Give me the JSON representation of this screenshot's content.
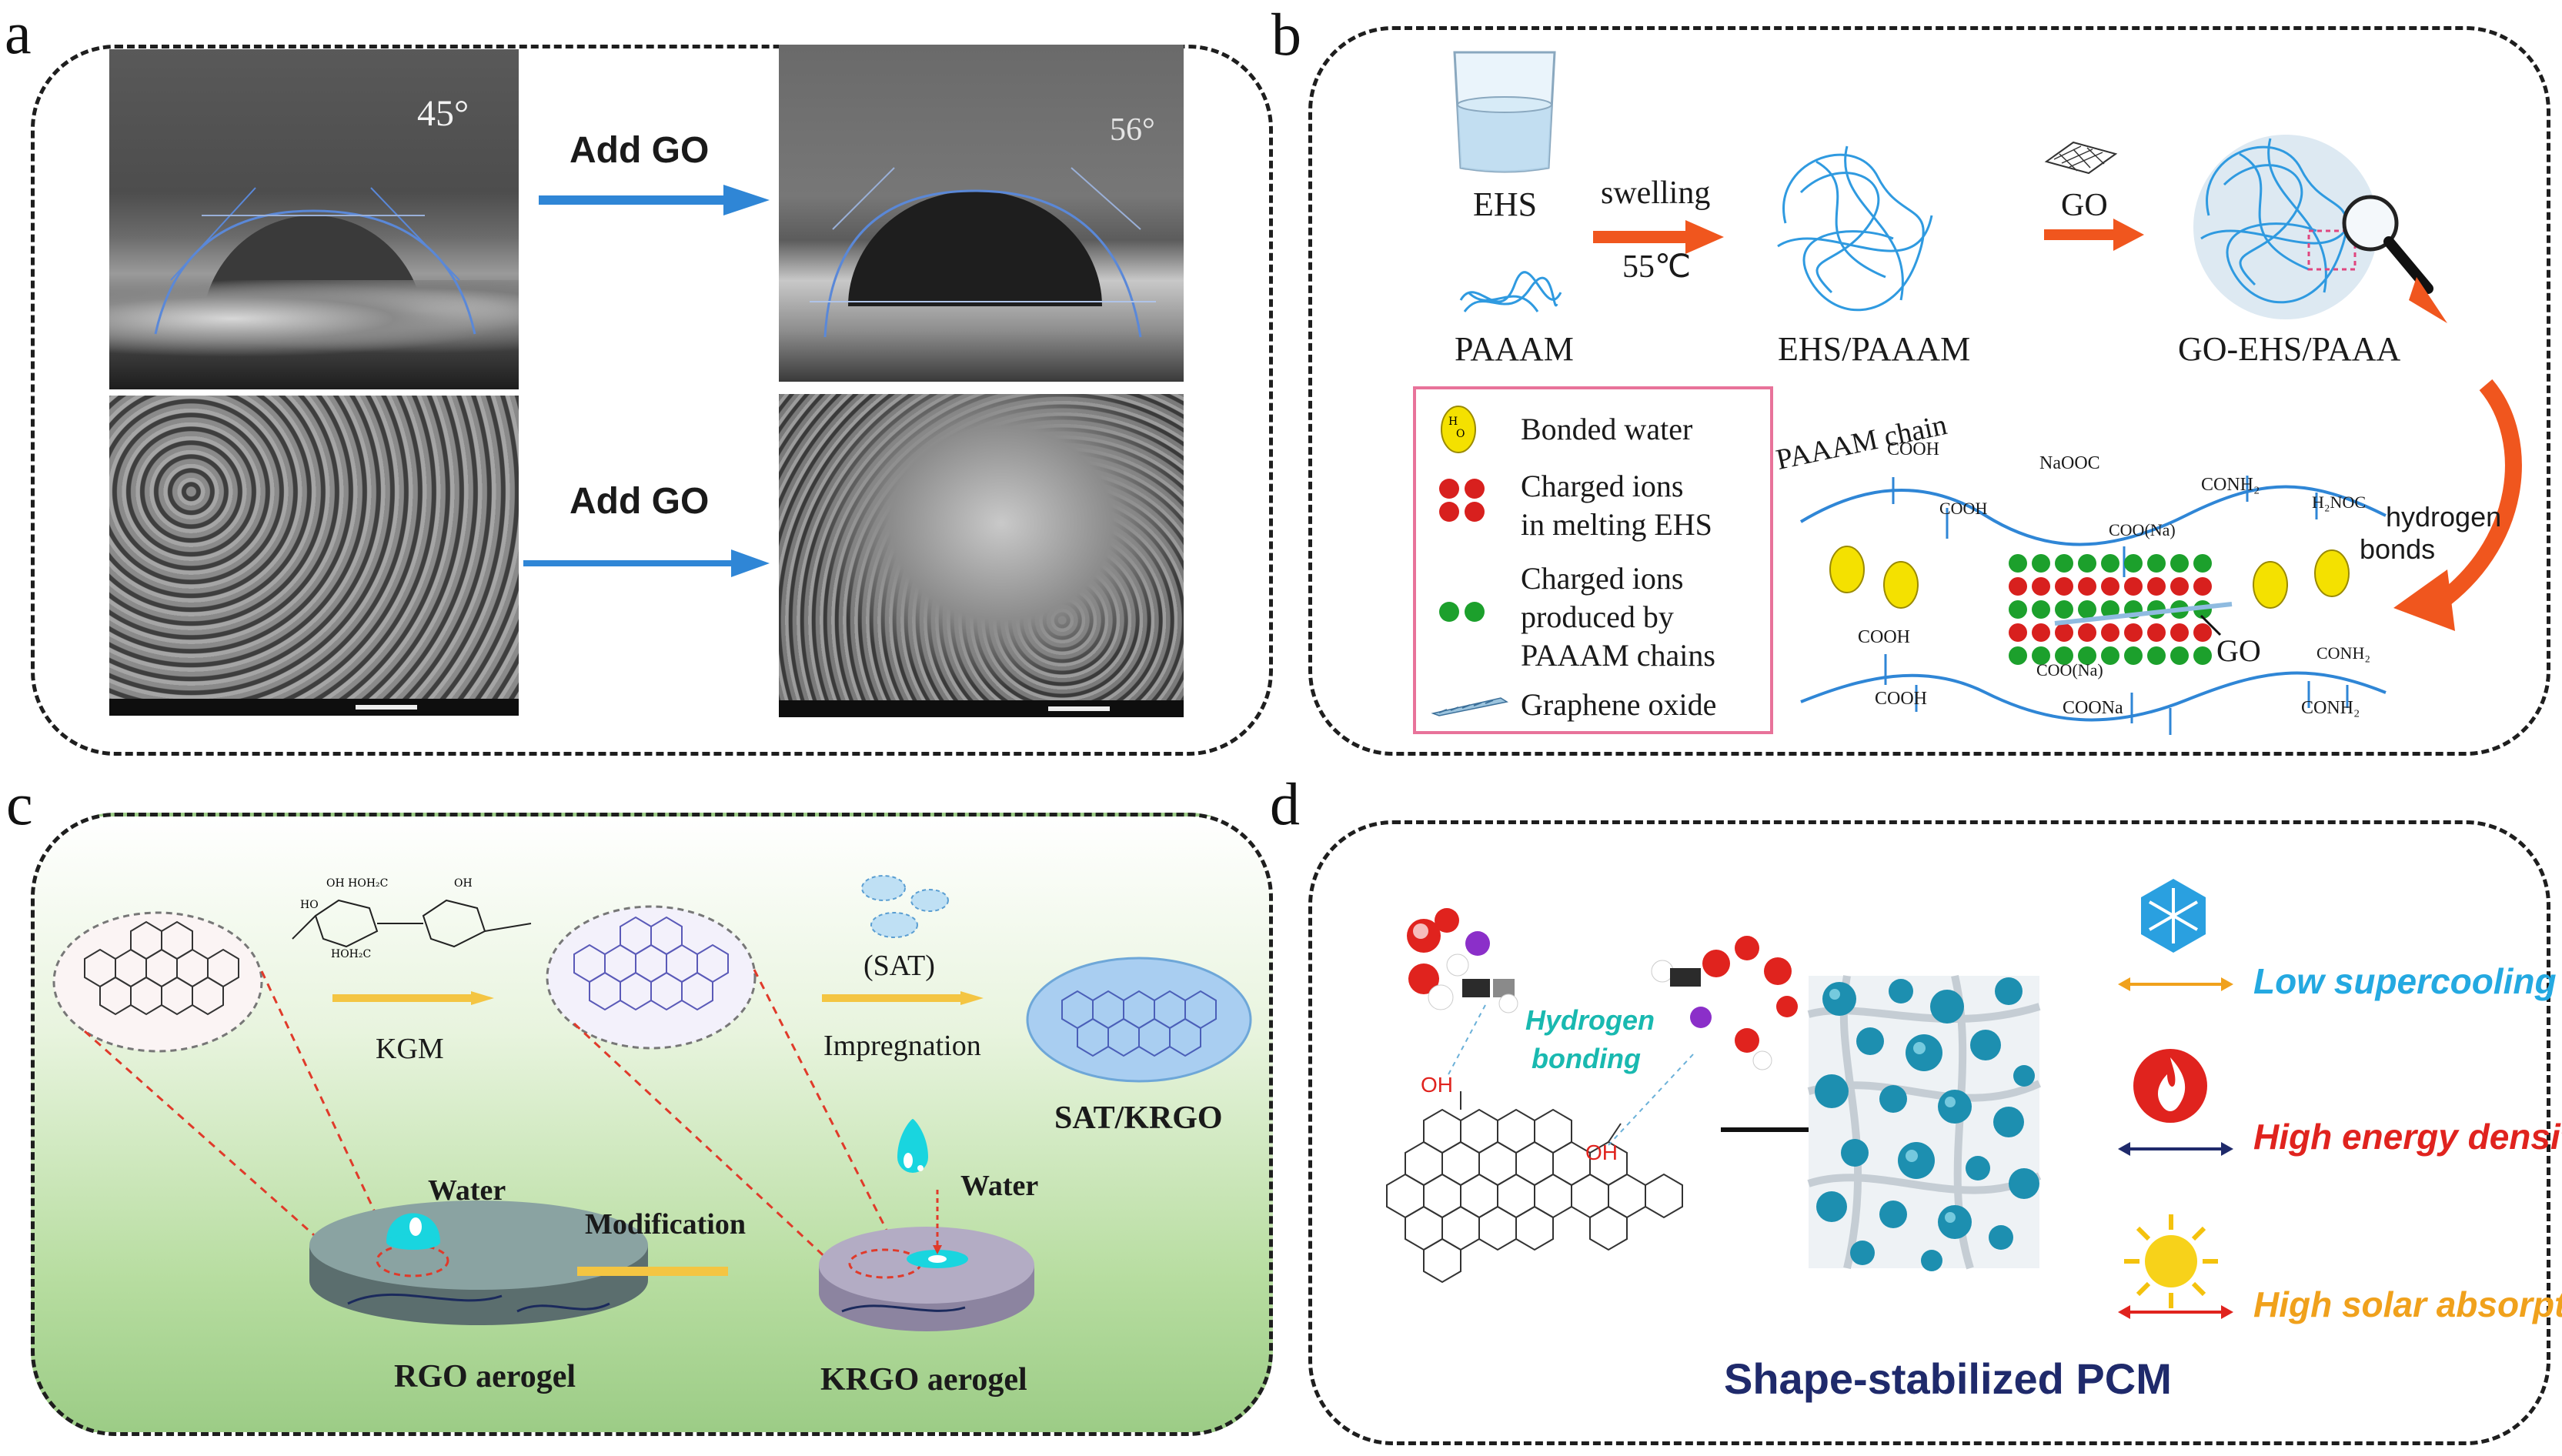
{
  "panels": {
    "a": {
      "letter": "a",
      "angle_before": "45°",
      "angle_after": "56°",
      "arrow_label_top": "Add GO",
      "arrow_label_bottom": "Add GO",
      "arrow_color": "#2f86d6"
    },
    "b": {
      "letter": "b",
      "ehs": "EHS",
      "paaam": "PAAAM",
      "swelling": "swelling",
      "temp": "55℃",
      "ehs_paaam": "EHS/PAAAM",
      "go": "GO",
      "go_ehs_paaa": "GO-EHS/PAAA",
      "legend": {
        "bonded_water": "Bonded water",
        "charged_ions_1": [
          "Charged ions",
          "in melting EHS"
        ],
        "charged_ions_2": [
          "Charged ions",
          "produced by",
          "PAAAM chains"
        ],
        "graphene_oxide": "Graphene oxide"
      },
      "paaam_chain": "PAAAM chain",
      "cooh": "COOH",
      "naooc": "NaOOC",
      "conh2": "CONH₂",
      "h2noc": "H₂NOC",
      "coo_na": "COO(Na)",
      "coona": "COONa",
      "hydrogen_bonds": [
        "hydrogen",
        "bonds"
      ],
      "go_label": "GO",
      "arrow_color": "#f0561e",
      "frame_color": "#e8739a"
    },
    "c": {
      "letter": "c",
      "kgm": "KGM",
      "sat": "(SAT)",
      "impregnation": "Impregnation",
      "sat_krgo": "SAT/KRGO",
      "water_1": "Water",
      "water_2": "Water",
      "modification": "Modification",
      "rgo_aerogel": "RGO aerogel",
      "krgo_aerogel": "KRGO aerogel",
      "bg_top": "#ffffff",
      "bg_bottom": "#9ccc86",
      "bar_color": "#f4c542"
    },
    "d": {
      "letter": "d",
      "hydrogen_bonding": [
        "Hydrogen",
        "bonding"
      ],
      "oh": "OH",
      "low_supercooling": "Low supercooling",
      "high_energy_density": "High energy density",
      "high_solar_absorption": "High solar absorption",
      "shape_stabilized": "Shape-stabilized PCM",
      "colors": {
        "low_supercooling": "#24a9e1",
        "high_energy_density": "#e0231e",
        "high_solar_absorption": "#f0a11c",
        "title": "#1f2a6b",
        "hbond": "#19b9b0"
      }
    }
  }
}
